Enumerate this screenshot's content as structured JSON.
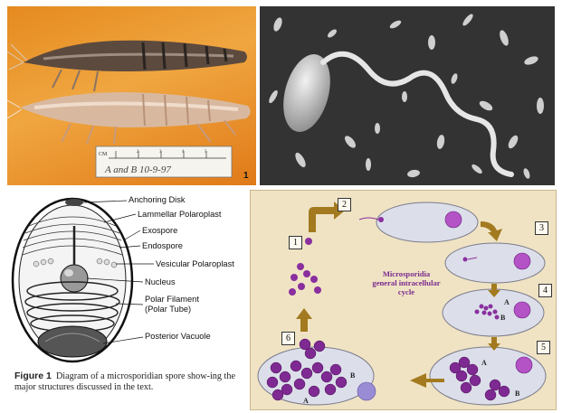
{
  "shrimp_photo": {
    "figure_number": "1",
    "ruler_unit": "CM",
    "ruler_numbers": [
      "1",
      "2",
      "3",
      "4",
      "5"
    ],
    "ruler_handwriting": "A and B 10-9-97"
  },
  "spore_diagram": {
    "labels": {
      "anchoring_disk": "Anchoring Disk",
      "lamellar_polaroplast": "Lammellar Polaroplast",
      "exospore": "Exospore",
      "endospore": "Endospore",
      "vesicular_polaroplast": "Vesicular Polaroplast",
      "nucleus": "Nucleus",
      "polar_filament_1": "Polar Filament",
      "polar_filament_2": "(Polar Tube)",
      "posterior_vacuole": "Posterior Vacuole"
    },
    "caption_figure": "Figure 1",
    "caption_text": "Diagram of a microsporidian spore show-ing the major structures discussed in the text."
  },
  "life_cycle": {
    "title_line1": "Microsporidia",
    "title_line2": "general intracellular",
    "title_line3": "cycle",
    "steps": [
      "1",
      "2",
      "3",
      "4",
      "5",
      "6"
    ],
    "cell_labels": {
      "a": "A",
      "b": "B"
    },
    "colors": {
      "parasite": "#8a2f9e",
      "nucleus": "#a94dbd",
      "arrow": "#a37a1f",
      "cell": "#d9dbe8"
    }
  }
}
